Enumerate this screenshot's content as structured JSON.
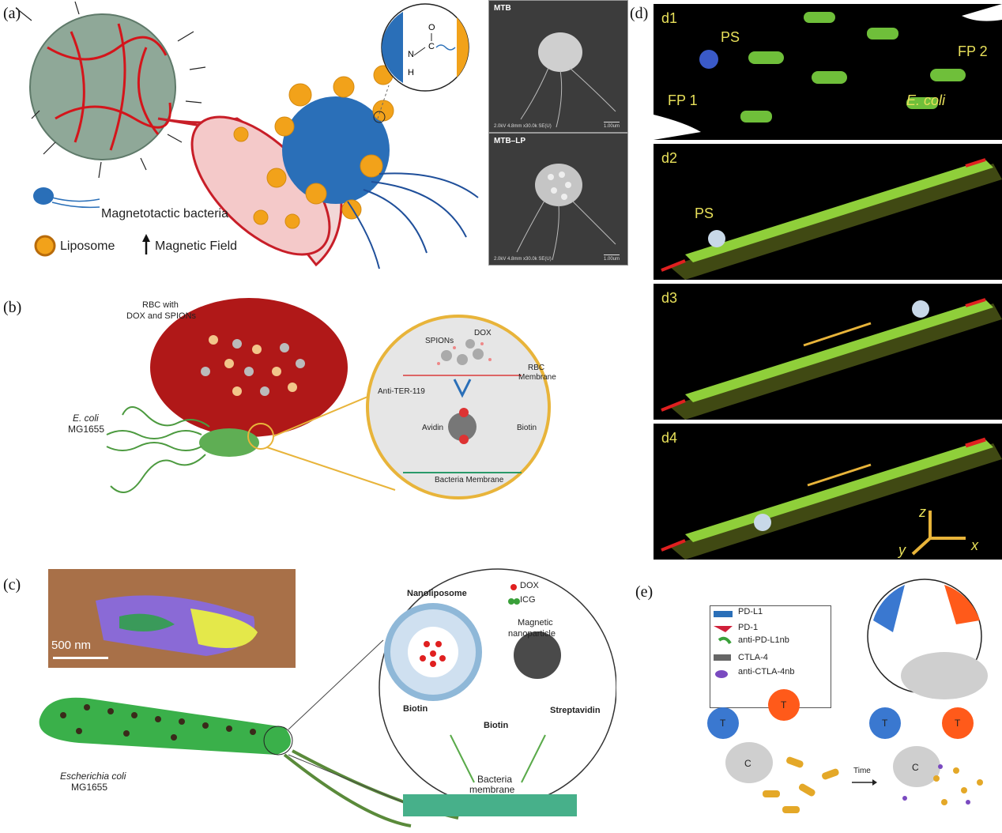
{
  "panels": {
    "a": {
      "label": "(a)",
      "legend": {
        "mtb": "Magnetotactic bacteria",
        "liposome": "Liposome",
        "field": "Magnetic Field"
      },
      "chem": {
        "o": "O",
        "c": "C",
        "n": "N",
        "h": "H"
      },
      "sem1": {
        "title": "MTB",
        "footer": "2.0kV 4.8mm x30.0k SE(U)",
        "scale": "1.00um"
      },
      "sem2": {
        "title": "MTB–LP",
        "footer": "2.0kV 4.8mm x30.0k SE(U)",
        "scale": "1.00um"
      }
    },
    "b": {
      "label": "(b)",
      "rbc": "RBC with\nDOX and SPIONs",
      "rbc_line1": "RBC with",
      "rbc_line2": "DOX and SPIONs",
      "ecoli_line1": "E. coli",
      "ecoli_line2": "MG1655",
      "inset": {
        "spions": "SPIONs",
        "dox": "DOX",
        "rbc_membrane_1": "RBC",
        "rbc_membrane_2": "Membrane",
        "anti": "Anti-TER-119",
        "avidin": "Avidin",
        "biotin": "Biotin",
        "bacteria_membrane": "Bacteria Membrane"
      }
    },
    "c": {
      "label": "(c)",
      "scalebar": "500 nm",
      "ecoli_line1": "Escherichia coli",
      "ecoli_line2": "MG1655",
      "inset": {
        "nanoliposome": "Nanoliposome",
        "dox": "DOX",
        "icg": "ICG",
        "magnetic_1": "Magnetic",
        "magnetic_2": "nanoparticle",
        "biotin_left": "Biotin",
        "biotin_mid": "Biotin",
        "streptavidin": "Streptavidin",
        "bacteria_1": "Bacteria",
        "bacteria_2": "membrane"
      }
    },
    "d": {
      "label": "(d)",
      "frames": [
        {
          "id": "d1",
          "ps": "PS",
          "fp1": "FP 1",
          "fp2": "FP 2",
          "ecoli": "E. coli"
        },
        {
          "id": "d2",
          "ps": "PS"
        },
        {
          "id": "d3"
        },
        {
          "id": "d4",
          "axes": {
            "z": "z",
            "y": "y",
            "x": "x"
          }
        }
      ]
    },
    "e": {
      "label": "(e)",
      "legend": [
        "PD-L1",
        "PD-1",
        "anti-PD-L1nb",
        "CTLA-4",
        "anti-CTLA-4nb"
      ],
      "cell_t": "T",
      "cell_c": "C",
      "time": "Time"
    }
  },
  "colors": {
    "accent_yellow": "#e8e05a",
    "liposome_orange": "#f2a21a",
    "mtb_blue": "#2a6fb8",
    "rbc_red": "#b01818",
    "bacteria_green": "#6fbf3a"
  }
}
